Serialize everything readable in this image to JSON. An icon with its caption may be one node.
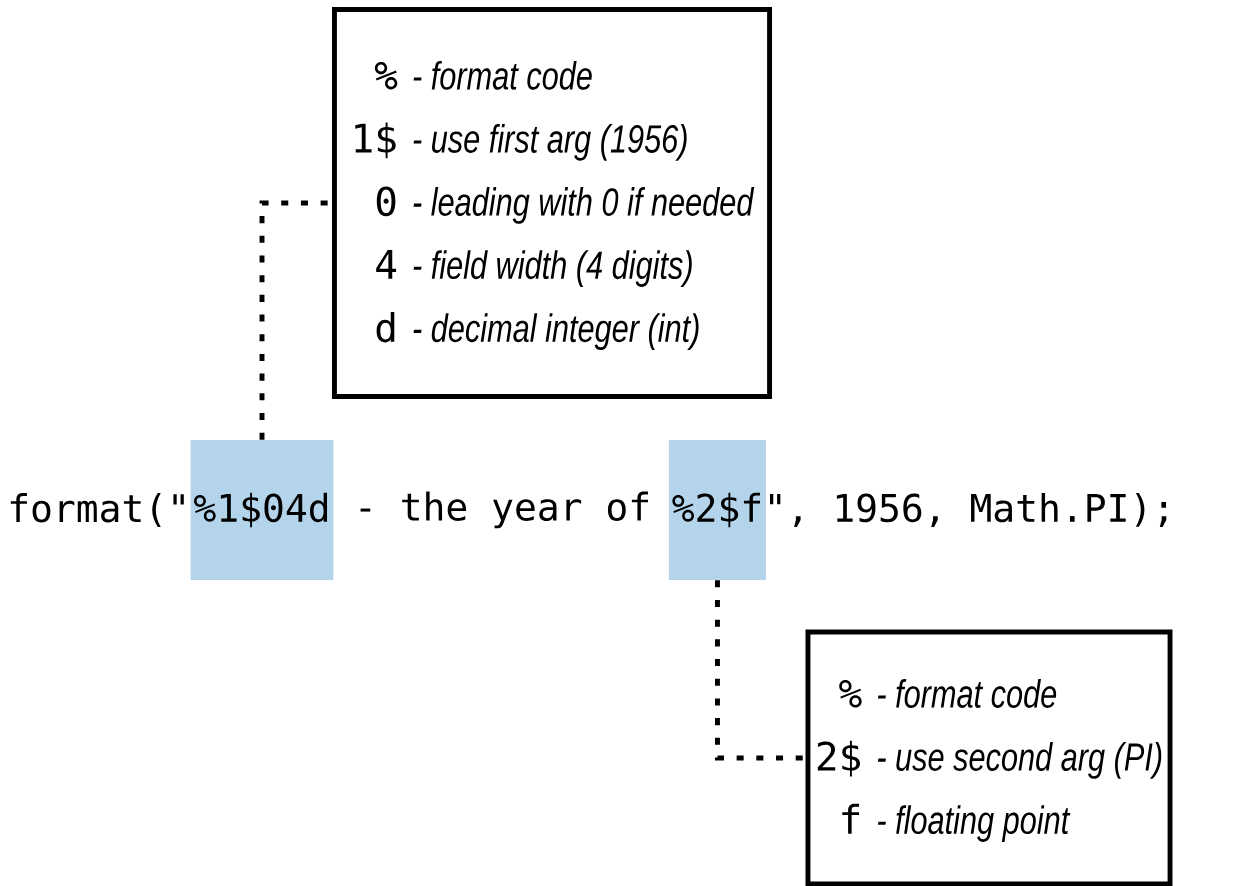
{
  "diagram": {
    "nodes": [
      {
        "text": [
          "%",
          "- format code",
          "1$",
          "- use first arg (1956)",
          "0",
          "- leading with 0 if needed",
          "4",
          "- field width (4 digits)",
          "d",
          "- decimal integer (int)"
        ]
      },
      {
        "text": [
          "%1$04d"
        ]
      },
      {
        "text": [
          "%2$f"
        ]
      },
      {
        "text": [
          "%",
          "- format code",
          "2$",
          "- use second arg (PI)",
          "f",
          "- floating point"
        ]
      }
    ],
    "edges": [
      {
        "from": 1,
        "to": 0,
        "arrow": "none",
        "style": "dashed"
      },
      {
        "from": 2,
        "to": 3,
        "arrow": "none",
        "style": "dashed"
      }
    ],
    "labels": [
      "format(\"",
      "- the year of",
      "\", 1956, Math.PI);"
    ]
  }
}
